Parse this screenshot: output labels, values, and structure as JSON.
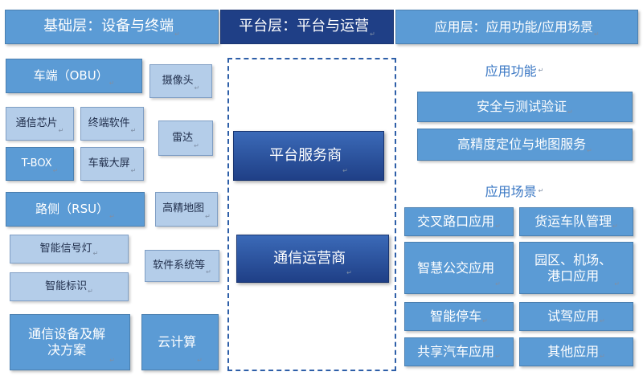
{
  "header": {
    "infra": "基础层：设备与终端",
    "platform": "平台层：平台与运营",
    "application": "应用层：应用功能/应用场景"
  },
  "infra": {
    "obu": "车端（OBU）",
    "camera": "摄像头",
    "comm_chip": "通信芯片",
    "terminal_software": "终端软件",
    "radar": "雷达",
    "tbox": "T-BOX",
    "vehicle_screen": "车载大屏",
    "rsu": "路侧（RSU）",
    "hd_map": "高精地图",
    "smart_signal": "智能信号灯",
    "software_system": "软件系统等",
    "smart_sign": "智能标识",
    "comm_solution": "通信设备及解决方案",
    "cloud": "云计算"
  },
  "platform": {
    "service_provider": "平台服务商",
    "telecom_operator": "通信运营商"
  },
  "application": {
    "functions_title": "应用功能",
    "security": "安全与测试验证",
    "positioning": "高精度定位与地图服务",
    "scenarios_title": "应用场景",
    "intersection": "交叉路口应用",
    "freight": "货运车队管理",
    "bus": "智慧公交应用",
    "park": "园区、机场、港口应用",
    "parking": "智能停车",
    "test_drive": "试驾应用",
    "carshare": "共享汽车应用",
    "other": "其他应用"
  }
}
